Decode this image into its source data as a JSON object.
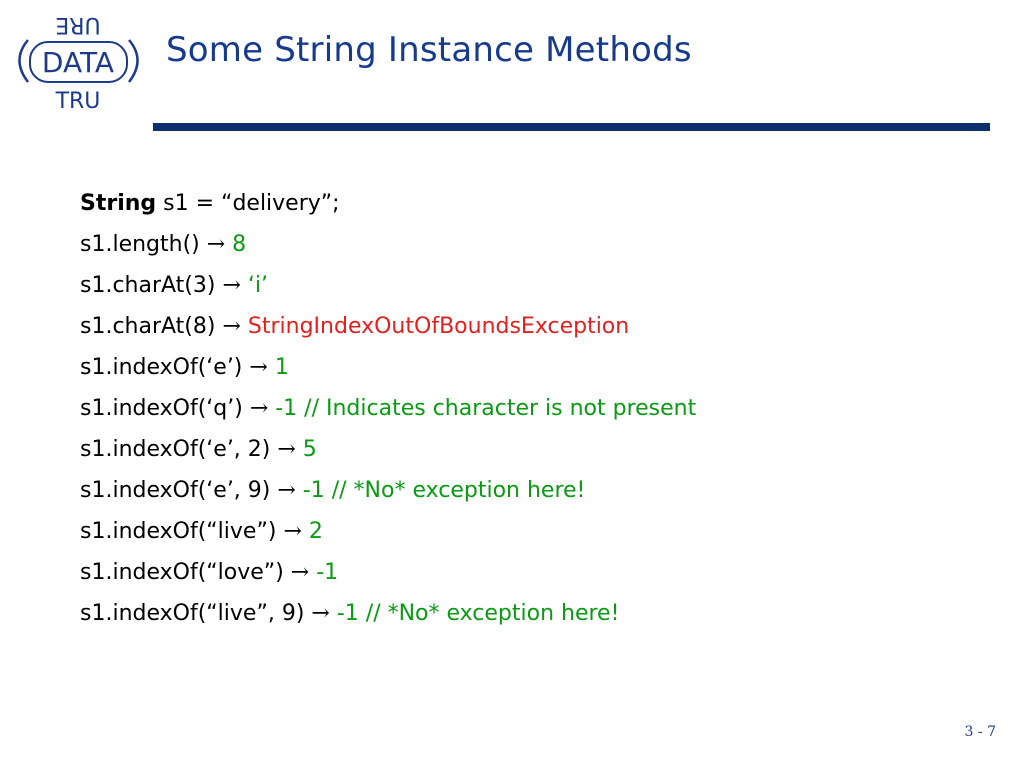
{
  "logo": {
    "top_text": "URE",
    "middle_text": "DATA",
    "bottom_text": "TRU"
  },
  "title": "Some String Instance Methods",
  "colors": {
    "title": "#163a8c",
    "rule": "#0e2f6e",
    "result_green": "#0a9a14",
    "result_red": "#e0211f"
  },
  "lines": [
    {
      "keyword": "String",
      "code": " s1 = “delivery”;",
      "arrow": "",
      "result": "",
      "result_color": "green"
    },
    {
      "keyword": "",
      "code": "s1.length() ",
      "arrow": "→",
      "result": " 8",
      "result_color": "green"
    },
    {
      "keyword": "",
      "code": "s1.charAt(3) ",
      "arrow": "→",
      "result": " ‘i’",
      "result_color": "green"
    },
    {
      "keyword": "",
      "code": "s1.charAt(8) ",
      "arrow": "→",
      "result": " StringIndexOutOfBoundsException",
      "result_color": "red"
    },
    {
      "keyword": "",
      "code": "s1.indexOf(‘e’) ",
      "arrow": "→",
      "result": " 1",
      "result_color": "green"
    },
    {
      "keyword": "",
      "code": "s1.indexOf(‘q’) ",
      "arrow": "→",
      "result": " -1 // Indicates character is not present",
      "result_color": "green"
    },
    {
      "keyword": "",
      "code": "s1.indexOf(‘e’, 2) ",
      "arrow": "→",
      "result": " 5",
      "result_color": "green"
    },
    {
      "keyword": "",
      "code": "s1.indexOf(‘e’, 9) ",
      "arrow": "→",
      "result": " -1 // *No* exception here!",
      "result_color": "green"
    },
    {
      "keyword": "",
      "code": "s1.indexOf(“live”) ",
      "arrow": "→",
      "result": " 2",
      "result_color": "green"
    },
    {
      "keyword": "",
      "code": "s1.indexOf(“love”) ",
      "arrow": "→",
      "result": " -1",
      "result_color": "green"
    },
    {
      "keyword": "",
      "code": "s1.indexOf(“live”, 9) ",
      "arrow": "→",
      "result": " -1 // *No* exception here!",
      "result_color": "green"
    }
  ],
  "page_number": "3 - 7"
}
